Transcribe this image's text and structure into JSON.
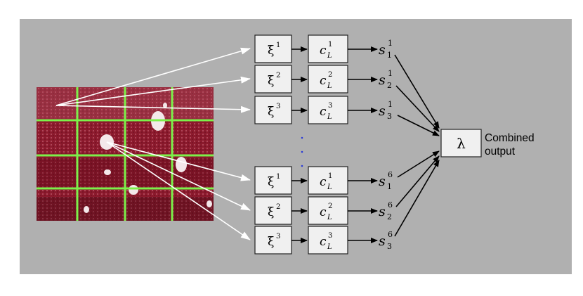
{
  "diagram": {
    "colors": {
      "panel_bg": "#b0b0b0",
      "box_fill": "#f0f0f0",
      "box_stroke": "#222222",
      "grid_line": "#7cf04a",
      "white_arrow": "#ffffff",
      "black_arrow": "#000000",
      "dots": "#2a3bd6",
      "wood_base": "#8e1a2e"
    },
    "top_rows": [
      {
        "xi": "ξ",
        "xi_sup": "1",
        "c": "c",
        "c_sup": "1",
        "c_sub": "L",
        "s": "s",
        "s_sup": "1",
        "s_sub": "1"
      },
      {
        "xi": "ξ",
        "xi_sup": "2",
        "c": "c",
        "c_sup": "2",
        "c_sub": "L",
        "s": "s",
        "s_sup": "1",
        "s_sub": "2"
      },
      {
        "xi": "ξ",
        "xi_sup": "3",
        "c": "c",
        "c_sup": "3",
        "c_sub": "L",
        "s": "s",
        "s_sup": "1",
        "s_sub": "3"
      }
    ],
    "bottom_rows": [
      {
        "xi": "ξ",
        "xi_sup": "1",
        "c": "c",
        "c_sup": "1",
        "c_sub": "L",
        "s": "s",
        "s_sup": "6",
        "s_sub": "1"
      },
      {
        "xi": "ξ",
        "xi_sup": "2",
        "c": "c",
        "c_sup": "2",
        "c_sub": "L",
        "s": "s",
        "s_sup": "6",
        "s_sub": "2"
      },
      {
        "xi": "ξ",
        "xi_sup": "3",
        "c": "c",
        "c_sup": "3",
        "c_sub": "L",
        "s": "s",
        "s_sup": "6",
        "s_sub": "3"
      }
    ],
    "ellipsis_dots": [
      "·",
      "·",
      "·"
    ],
    "combiner": {
      "symbol": "λ",
      "label_line1": "Combined",
      "label_line2": "output"
    }
  }
}
